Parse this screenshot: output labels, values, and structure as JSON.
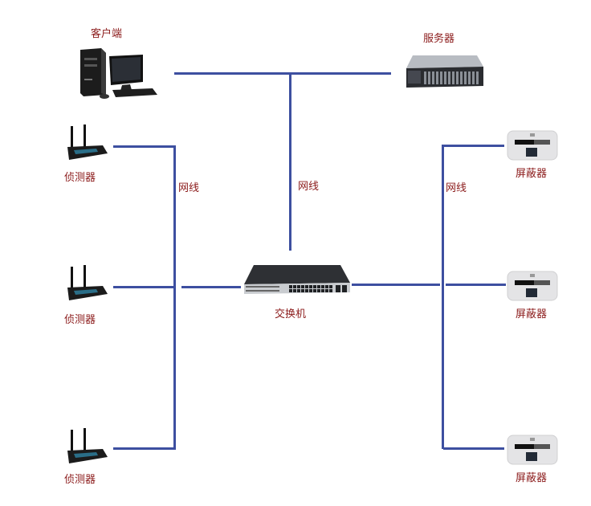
{
  "diagram": {
    "line_color": "#3d4fa0",
    "label_color": "#8b1a1a",
    "nodes": {
      "client": {
        "label": "客户端"
      },
      "server": {
        "label": "服务器"
      },
      "switch": {
        "label": "交换机"
      },
      "detectors": [
        {
          "label": "侦测器"
        },
        {
          "label": "侦测器"
        },
        {
          "label": "侦测器"
        }
      ],
      "shields": [
        {
          "label": "屏蔽器"
        },
        {
          "label": "屏蔽器"
        },
        {
          "label": "屏蔽器"
        }
      ]
    },
    "edge_labels": {
      "top": "网线",
      "left": "网线",
      "right": "网线"
    },
    "edges": [
      {
        "from": "client",
        "to": "server"
      },
      {
        "from": "client-server-bus",
        "to": "switch"
      },
      {
        "from": "detector-1",
        "to": "left-bus"
      },
      {
        "from": "detector-2",
        "to": "left-bus"
      },
      {
        "from": "detector-3",
        "to": "left-bus"
      },
      {
        "from": "left-bus",
        "to": "switch"
      },
      {
        "from": "switch",
        "to": "right-bus"
      },
      {
        "from": "right-bus",
        "to": "shield-1"
      },
      {
        "from": "right-bus",
        "to": "shield-2"
      },
      {
        "from": "right-bus",
        "to": "shield-3"
      }
    ]
  }
}
